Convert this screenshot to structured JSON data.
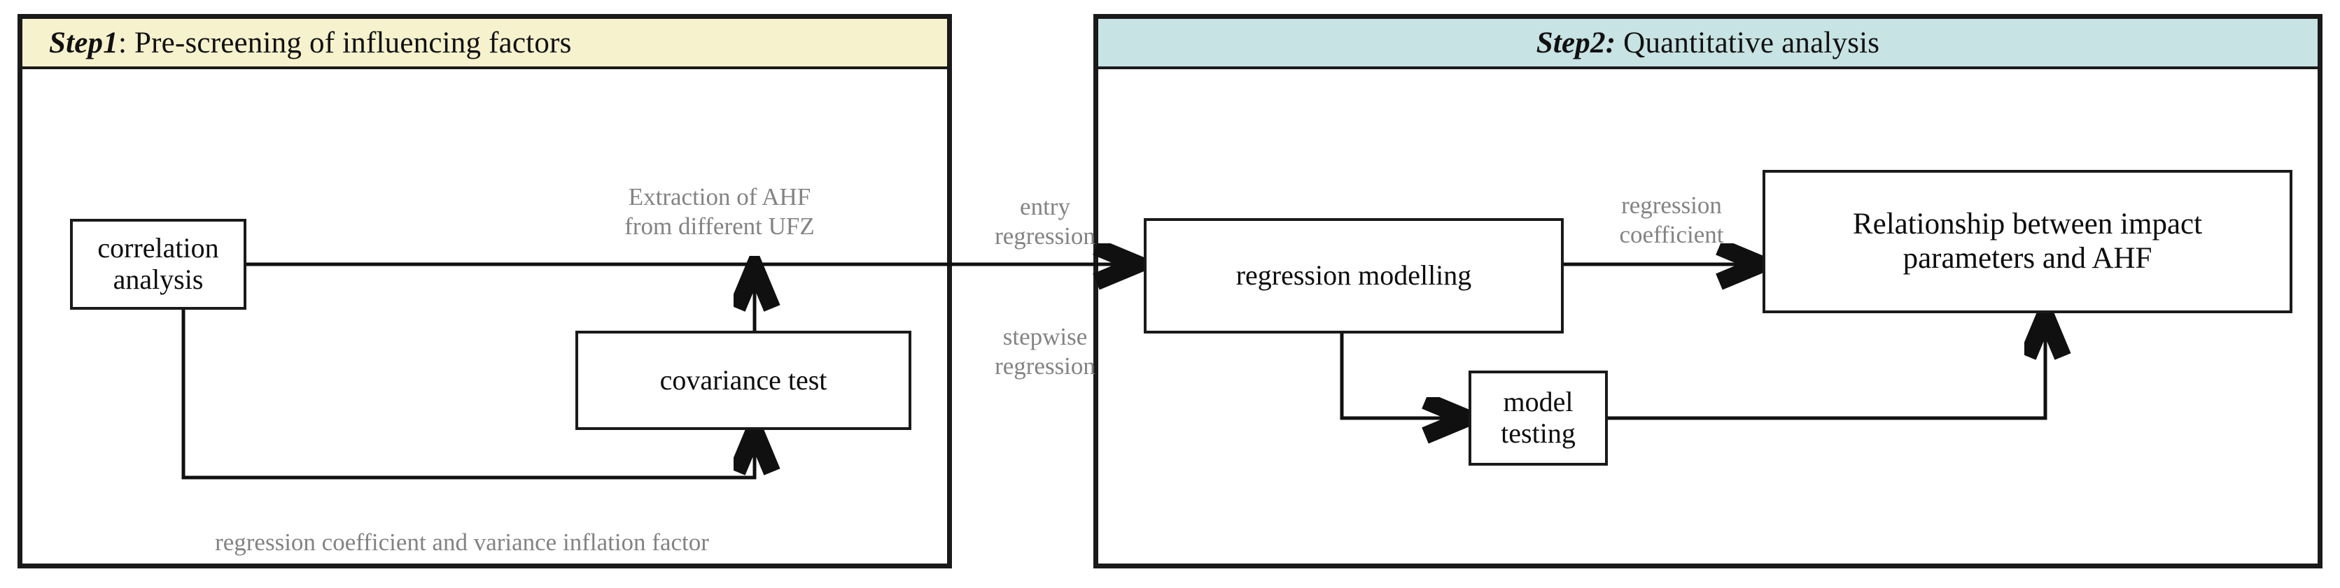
{
  "diagram": {
    "title_note": "Two-step analysis workflow",
    "panels": [
      {
        "id": "step1",
        "header_bold": "Step1",
        "header_rest": ": Pre-screening of influencing factors",
        "header_bg": "#f5f2cd",
        "nodes": [
          {
            "id": "correlation-analysis",
            "label": "correlation analysis"
          },
          {
            "id": "covariance-test",
            "label": "covariance test"
          }
        ],
        "annotations": [
          {
            "id": "extraction-ahf",
            "text": "Extraction of AHF\nfrom different UFZ"
          },
          {
            "id": "regression-coefficient-vif",
            "text": "regression coefficient and variance inflation factor"
          }
        ]
      },
      {
        "id": "step2",
        "header_bold": "Step2:",
        "header_rest": " Quantitative analysis",
        "header_bg": "#c7e3e3",
        "nodes": [
          {
            "id": "regression-modelling",
            "label": "regression modelling"
          },
          {
            "id": "model-testing",
            "label": "model testing"
          },
          {
            "id": "relationship-impact-ahf",
            "label": "Relationship between impact\nparameters and AHF"
          }
        ],
        "annotations": [
          {
            "id": "regression-coefficient",
            "text": "regression\ncoefficient"
          }
        ]
      }
    ],
    "bridge_annotations": [
      {
        "id": "entry-regression",
        "text": "entry\nregression"
      },
      {
        "id": "stepwise-regression",
        "text": "stepwise\nregression"
      }
    ],
    "colors": {
      "step1_header": "#f5f2cd",
      "step2_header": "#c7e3e3",
      "stroke": "#101010",
      "gray_text": "#838383"
    }
  }
}
